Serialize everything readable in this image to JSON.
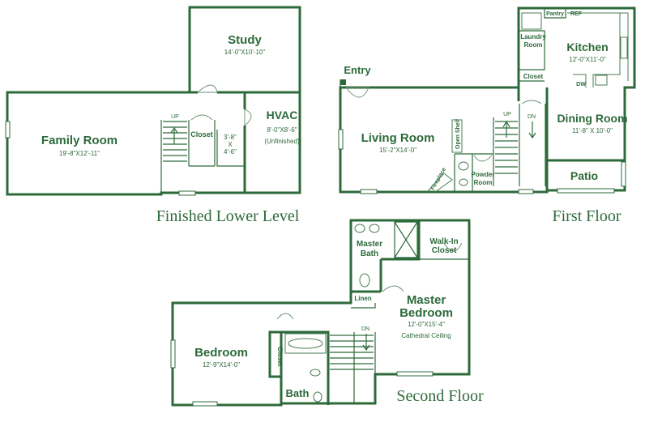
{
  "floors": {
    "lower": {
      "label": "Finished Lower Level",
      "rooms": {
        "study": {
          "name": "Study",
          "dim": "14'-0\"X10'-10\""
        },
        "family": {
          "name": "Family Room",
          "dim": "19'-8\"X12'-11\""
        },
        "hvac": {
          "name": "HVAC",
          "dim": "8'-0\"X8'-6\"",
          "note": "(Unfinished)"
        },
        "closet": {
          "name": "Closet"
        },
        "storage": {
          "dim1": "3'-8\"",
          "x": "X",
          "dim2": "4'-6\""
        }
      },
      "stair": "UP"
    },
    "first": {
      "label": "First Floor",
      "rooms": {
        "entry": {
          "name": "Entry"
        },
        "living": {
          "name": "Living Room",
          "dim": "15'-2\"X14'-0\""
        },
        "kitchen": {
          "name": "Kitchen",
          "dim": "12'-0\"X11'-0\""
        },
        "dining": {
          "name": "Dining Room",
          "dim": "11'-8\" X 10'-0\""
        },
        "patio": {
          "name": "Patio"
        },
        "pantry": {
          "name": "Pantry"
        },
        "ref": {
          "name": "REF"
        },
        "laundry": {
          "name1": "Laundry",
          "name2": "Room"
        },
        "closet": {
          "name": "Closet"
        },
        "dw": {
          "name": "DW"
        },
        "openShelf": {
          "name": "Open Shelf"
        },
        "fireplace": {
          "name": "Fireplace"
        },
        "powder": {
          "name1": "Powder",
          "name2": "Room"
        }
      },
      "stairUp": "UP",
      "stairDn": "DN"
    },
    "second": {
      "label": "Second Floor",
      "rooms": {
        "masterBath": {
          "name1": "Master",
          "name2": "Bath"
        },
        "walkIn": {
          "name1": "Walk-In",
          "name2": "Closet"
        },
        "master": {
          "name1": "Master",
          "name2": "Bedroom",
          "dim": "12'-0\"X15'-4\"",
          "note": "Cathedral Ceiling"
        },
        "linen": {
          "name": "Linen"
        },
        "bedroom": {
          "name": "Bedroom",
          "dim": "12'-9\"X14'-0\""
        },
        "closet": {
          "name": "Closet"
        },
        "bath": {
          "name": "Bath"
        }
      },
      "stair": "DN"
    }
  },
  "colors": {
    "wall": "#2d6a3a",
    "background": "#ffffff"
  }
}
